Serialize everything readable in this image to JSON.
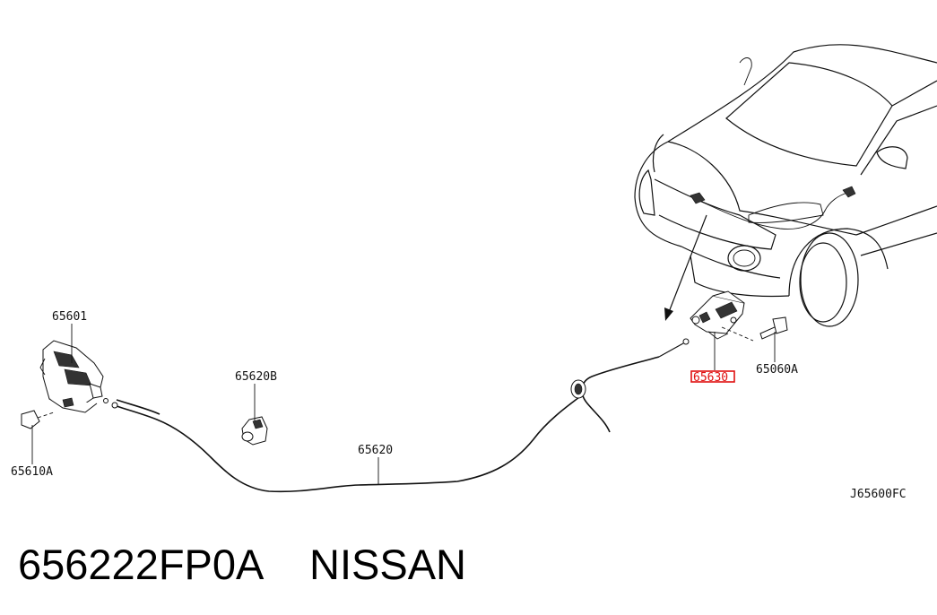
{
  "diagram": {
    "labels": {
      "p65601": "65601",
      "p65620B": "65620B",
      "p65620": "65620",
      "p65610A": "65610A",
      "p65630": "65630",
      "p65060A": "65060A",
      "code": "J65600FC"
    },
    "highlight_color": "#e01010"
  },
  "footer": {
    "part_number": "656222FP0A",
    "brand": "NISSAN"
  }
}
